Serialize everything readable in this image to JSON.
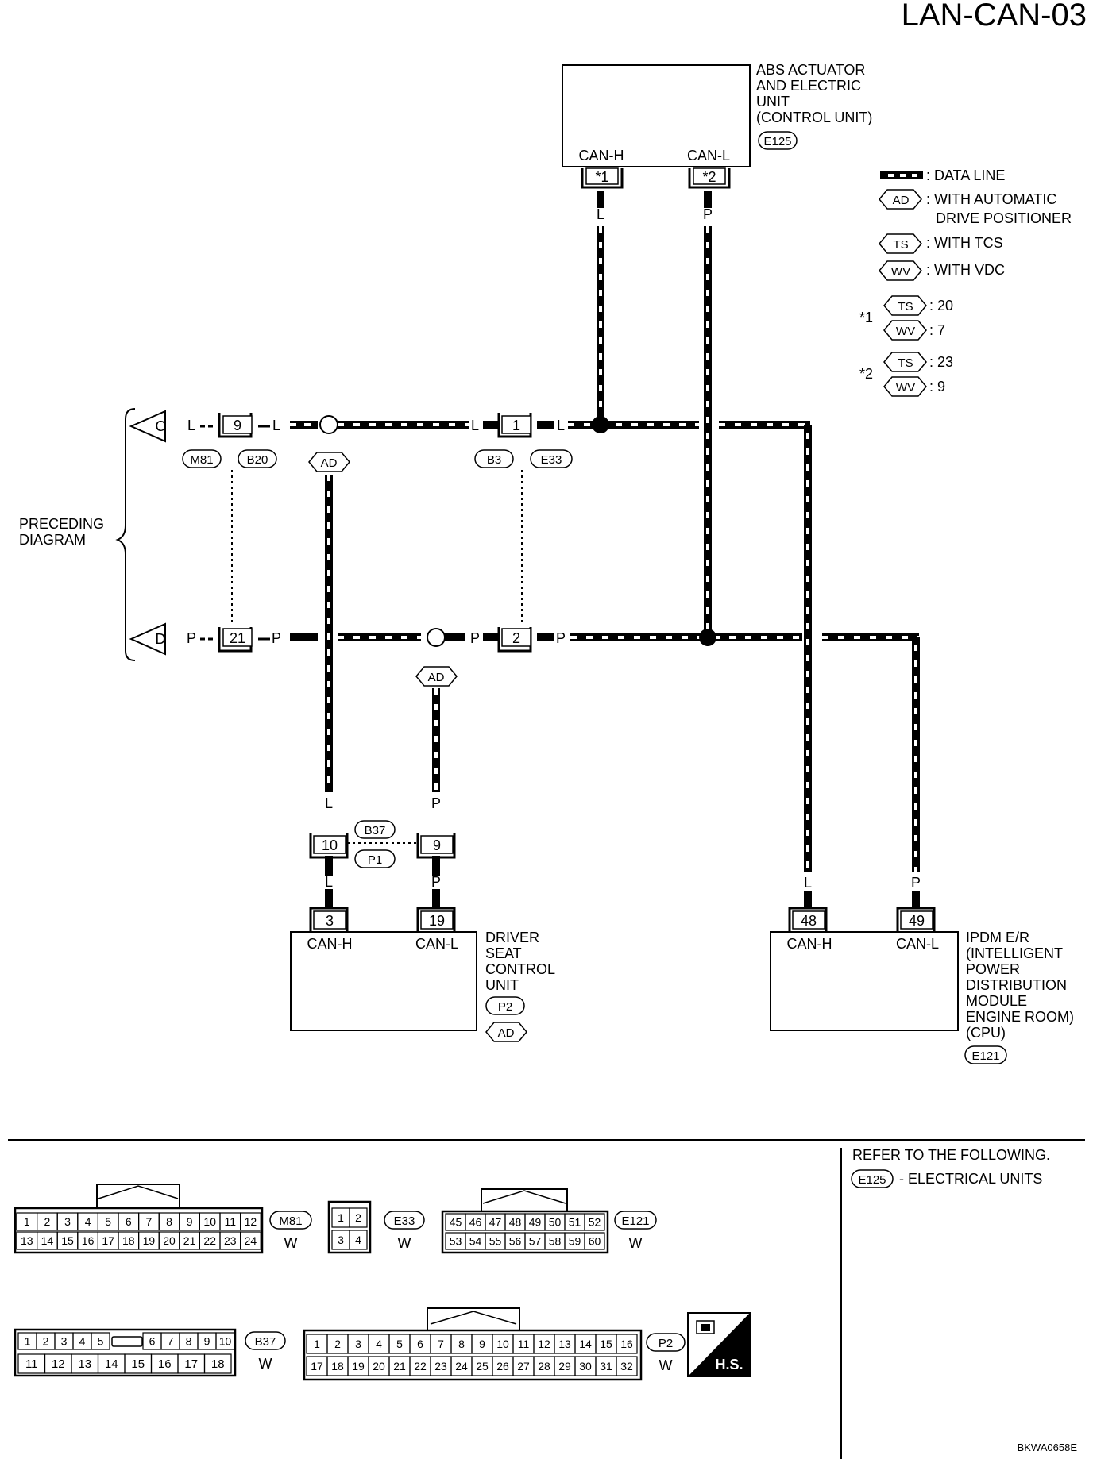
{
  "page_title": "LAN-CAN-03",
  "figure_code": "BKWA0658E",
  "legend": {
    "data_line": ": DATA LINE",
    "ad_tag": "AD",
    "ad_text_1": ": WITH AUTOMATIC",
    "ad_text_2": "DRIVE POSITIONER",
    "ts_tag": "TS",
    "ts_text": ": WITH TCS",
    "wv_tag": "WV",
    "wv_text": ": WITH VDC",
    "star1": "*1",
    "star1_ts": ": 20",
    "star1_wv": ": 7",
    "star2": "*2",
    "star2_ts": ": 23",
    "star2_wv": ": 9"
  },
  "abs_unit": {
    "line1": "ABS ACTUATOR",
    "line2": "AND ELECTRIC",
    "line3": "UNIT",
    "line4": "(CONTROL UNIT)",
    "connector": "E125",
    "canh_label": "CAN-H",
    "canl_label": "CAN-L",
    "canh_pin": "*1",
    "canl_pin": "*2",
    "canh_color": "L",
    "canl_color": "P"
  },
  "preceding": {
    "line1": "PRECEDING",
    "line2": "DIAGRAM",
    "arrow_c": "C",
    "arrow_d": "D"
  },
  "junctions": {
    "j1_top_pin": "9",
    "j1_bot_pin": "21",
    "j1_conn_a": "M81",
    "j1_conn_b": "B20",
    "j2_top_pin": "1",
    "j2_bot_pin": "2",
    "j2_conn_a": "B3",
    "j2_conn_b": "E33",
    "ad_tag": "AD",
    "wire_l": "L",
    "wire_p": "P"
  },
  "mid_junction": {
    "left_pin": "10",
    "right_pin": "9",
    "conn_a": "B37",
    "conn_b": "P1"
  },
  "driver_seat": {
    "canh_pin": "3",
    "canl_pin": "19",
    "canh_label": "CAN-H",
    "canl_label": "CAN-L",
    "line1": "DRIVER",
    "line2": "SEAT",
    "line3": "CONTROL",
    "line4": "UNIT",
    "connector": "P2",
    "ad_tag": "AD"
  },
  "ipdm": {
    "canh_pin": "48",
    "canl_pin": "49",
    "canh_label": "CAN-H",
    "canl_label": "CAN-L",
    "line1": "IPDM E/R",
    "line2": "(INTELLIGENT",
    "line3": "POWER",
    "line4": "DISTRIBUTION",
    "line5": "MODULE",
    "line6": "ENGINE ROOM)",
    "line7": "(CPU)",
    "connector": "E121"
  },
  "reference": {
    "line1": "REFER TO THE FOLLOWING.",
    "connector": "E125",
    "line2": "- ELECTRICAL UNITS"
  },
  "connector_views": {
    "m81": {
      "name": "M81",
      "color": "W",
      "top": [
        "1",
        "2",
        "3",
        "4",
        "5",
        "6",
        "7",
        "8",
        "9",
        "10",
        "11",
        "12"
      ],
      "bottom": [
        "13",
        "14",
        "15",
        "16",
        "17",
        "18",
        "19",
        "20",
        "21",
        "22",
        "23",
        "24"
      ]
    },
    "e33": {
      "name": "E33",
      "color": "W",
      "top": [
        "1",
        "2"
      ],
      "bottom": [
        "3",
        "4"
      ]
    },
    "e121": {
      "name": "E121",
      "color": "W",
      "top": [
        "45",
        "46",
        "47",
        "48",
        "49",
        "50",
        "51",
        "52"
      ],
      "bottom": [
        "53",
        "54",
        "55",
        "56",
        "57",
        "58",
        "59",
        "60"
      ]
    },
    "b37": {
      "name": "B37",
      "color": "W",
      "top_left": [
        "1",
        "2",
        "3",
        "4",
        "5"
      ],
      "top_right": [
        "6",
        "7",
        "8",
        "9",
        "10"
      ],
      "bottom": [
        "11",
        "12",
        "13",
        "14",
        "15",
        "16",
        "17",
        "18"
      ]
    },
    "p2": {
      "name": "P2",
      "color": "W",
      "top": [
        "1",
        "2",
        "3",
        "4",
        "5",
        "6",
        "7",
        "8",
        "9",
        "10",
        "11",
        "12",
        "13",
        "14",
        "15",
        "16"
      ],
      "bottom": [
        "17",
        "18",
        "19",
        "20",
        "21",
        "22",
        "23",
        "24",
        "25",
        "26",
        "27",
        "28",
        "29",
        "30",
        "31",
        "32"
      ]
    },
    "hs_label": "H.S."
  }
}
